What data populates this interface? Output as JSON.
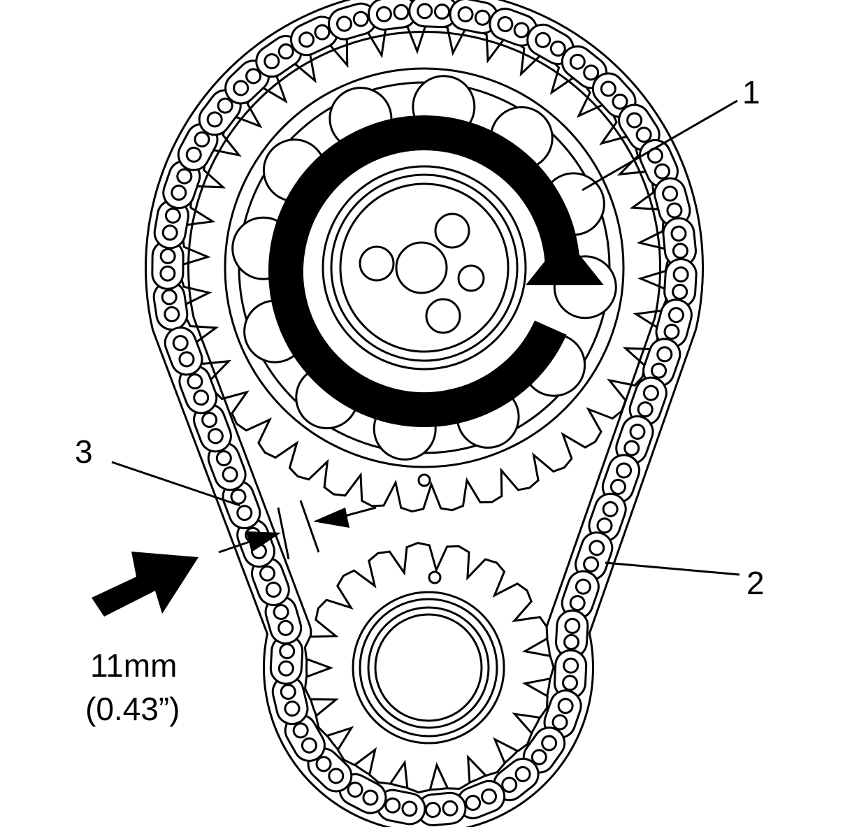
{
  "callouts": {
    "camshaft_sprocket": "1",
    "timing_chain": "2",
    "slack_point": "3"
  },
  "measurement": {
    "metric": "11mm",
    "imperial": "(0.43”)"
  },
  "icons": {
    "rotation": "clockwise-rotation-arrow-icon",
    "direction": "push-direction-arrow-icon"
  },
  "colors": {
    "ink": "#000000",
    "paper": "#ffffff"
  }
}
